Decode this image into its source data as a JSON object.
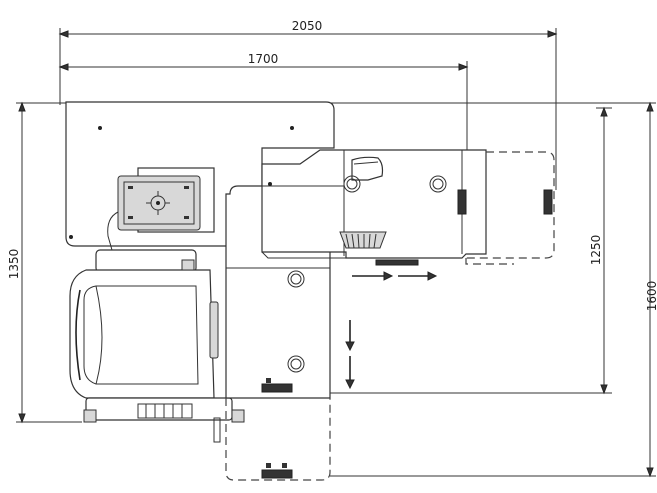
{
  "dimensions": {
    "overall_width": "2050",
    "table_width": "1700",
    "left_height": "1350",
    "right_height_inner": "1250",
    "right_height_outer": "1600"
  }
}
